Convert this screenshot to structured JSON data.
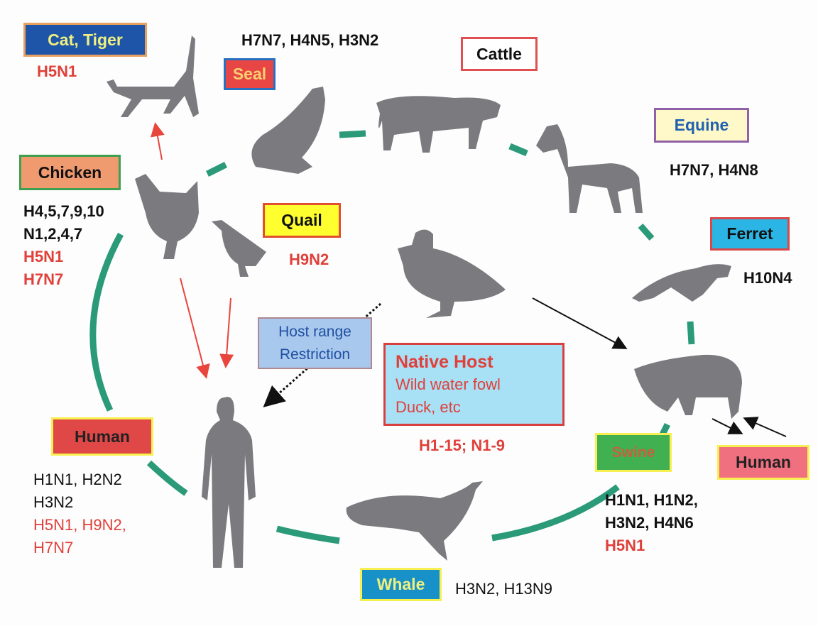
{
  "hosts": {
    "cat": {
      "label": "Cat, Tiger",
      "subtypes": [
        "H5N1"
      ]
    },
    "seal": {
      "label": "Seal",
      "subtypes": [
        "H7N7, H4N5, H3N2"
      ]
    },
    "cattle": {
      "label": "Cattle"
    },
    "equine": {
      "label": "Equine",
      "subtypes": [
        "H7N7, H4N8"
      ]
    },
    "ferret": {
      "label": "Ferret",
      "subtypes": [
        "H10N4"
      ]
    },
    "chicken": {
      "label": "Chicken",
      "subtypes": [
        "H4,5,7,9,10",
        "N1,2,4,7",
        "H5N1",
        "H7N7"
      ]
    },
    "quail": {
      "label": "Quail",
      "subtypes": [
        "H9N2"
      ]
    },
    "human": {
      "label": "Human",
      "subtypes": [
        "H1N1, H2N2",
        "H3N2",
        "H5N1, H9N2,",
        "H7N7"
      ]
    },
    "swine": {
      "label": "Swine",
      "subtypes": [
        "H1N1, H1N2,",
        "H3N2, H4N6",
        "H5N1"
      ]
    },
    "human_right": {
      "label": "Human"
    },
    "whale": {
      "label": "Whale",
      "subtypes": [
        "H3N2, H13N9"
      ]
    }
  },
  "host_range": {
    "line1": "Host range",
    "line2": "Restriction"
  },
  "native_host": {
    "title": "Native Host",
    "line1": "Wild water fowl",
    "line2": "Duck, etc",
    "subtypes": "H1-15; N1-9"
  },
  "colors": {
    "ring": "#2a9a78",
    "silhouette": "#7b7b7f",
    "arrow_red": "#e8453c"
  }
}
